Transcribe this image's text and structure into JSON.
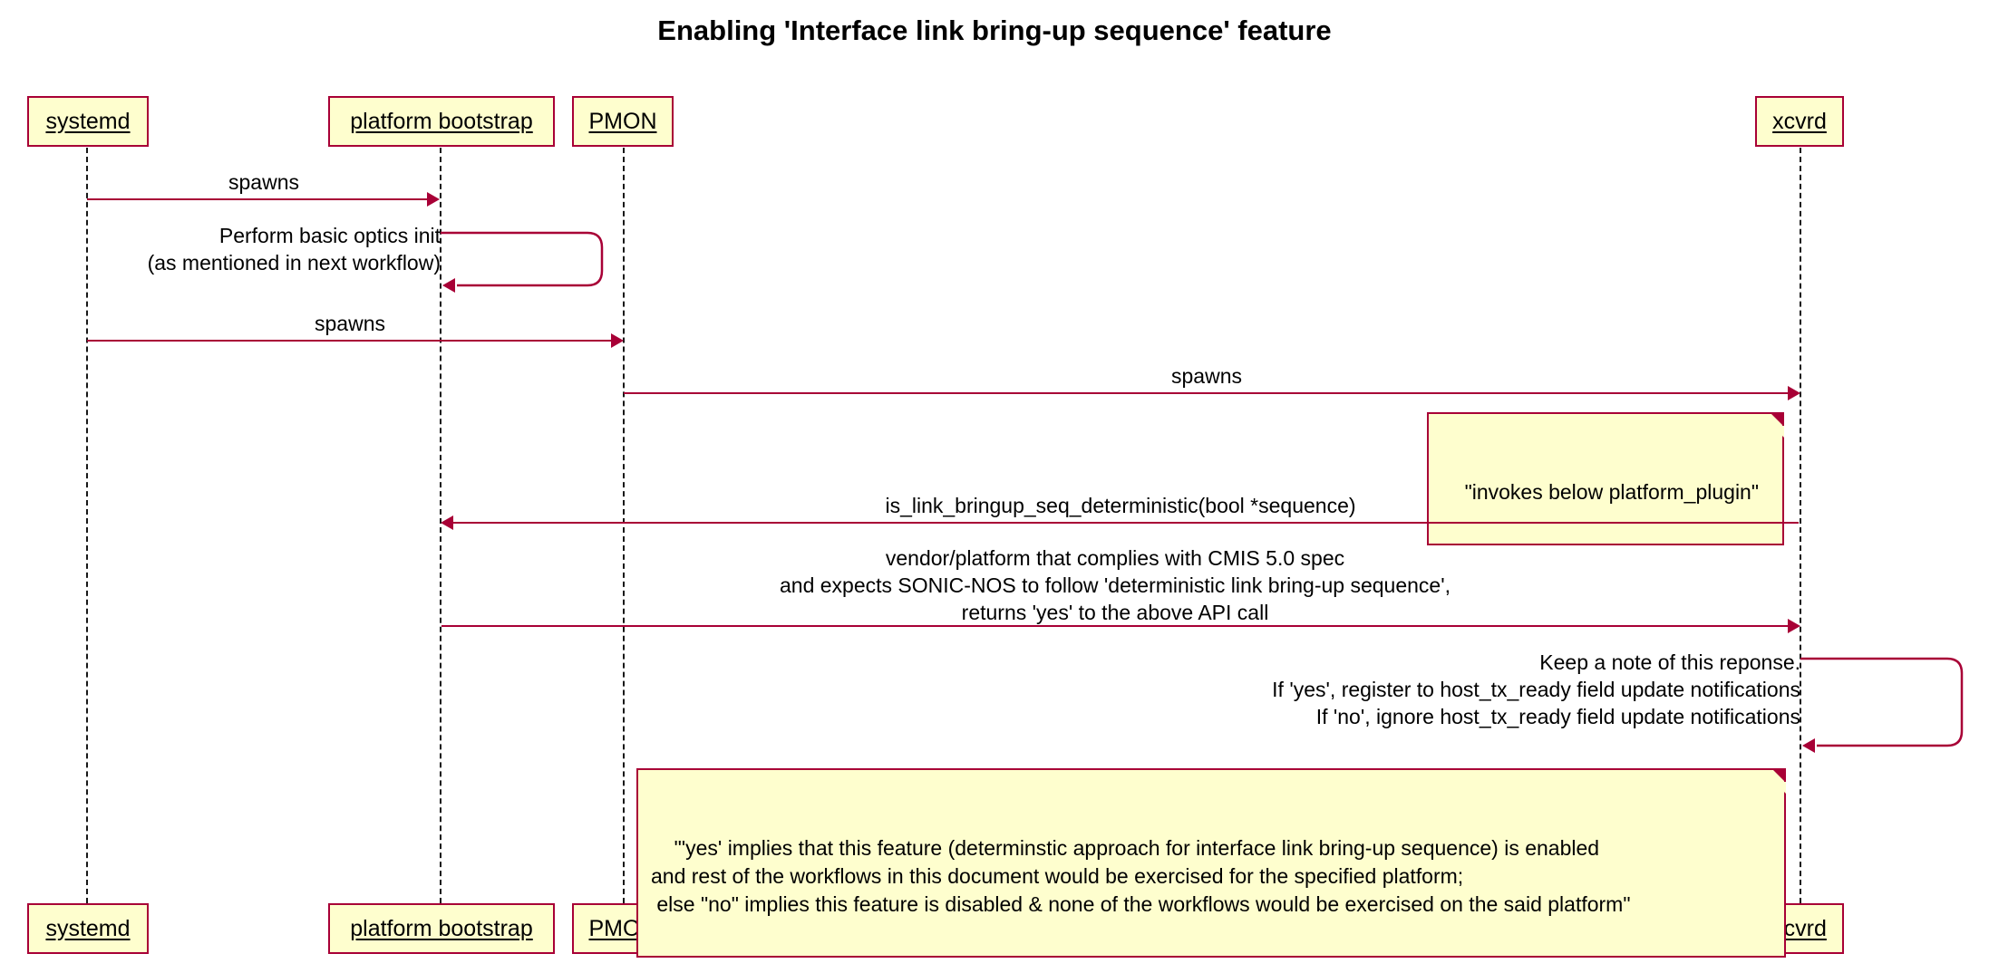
{
  "diagram": {
    "title": "Enabling 'Interface link bring-up sequence' feature",
    "type": "uml-sequence-diagram",
    "colors": {
      "border": "#A80036",
      "note_fill": "#FEFECE",
      "participant_fill": "#FEFECE",
      "arrow": "#A80036",
      "lifeline": "#181818",
      "text": "#000000",
      "background": "#FFFFFF"
    }
  },
  "participants": [
    {
      "id": "systemd",
      "label": "systemd"
    },
    {
      "id": "bootstrap",
      "label": "platform bootstrap"
    },
    {
      "id": "pmon",
      "label": "PMON"
    },
    {
      "id": "xcvrd",
      "label": "xcvrd"
    }
  ],
  "participants_bottom": [
    {
      "id": "systemd",
      "label": "systemd"
    },
    {
      "id": "bootstrap",
      "label": "platform bootstrap"
    },
    {
      "id": "pmon",
      "label": "PMON"
    },
    {
      "id": "xcvrd",
      "label": "xcvrd"
    }
  ],
  "messages": [
    {
      "id": "m1",
      "from": "systemd",
      "to": "bootstrap",
      "direction": "right",
      "label": "spawns"
    },
    {
      "id": "m2",
      "from": "bootstrap",
      "to": "bootstrap",
      "direction": "self",
      "label": "Perform basic optics init\n(as mentioned in next workflow)"
    },
    {
      "id": "m3",
      "from": "systemd",
      "to": "pmon",
      "direction": "right",
      "label": "spawns"
    },
    {
      "id": "m4",
      "from": "pmon",
      "to": "xcvrd",
      "direction": "right",
      "label": "spawns"
    },
    {
      "id": "m5",
      "from": "xcvrd",
      "to": "bootstrap",
      "direction": "left",
      "label": "is_link_bringup_seq_deterministic(bool *sequence)"
    },
    {
      "id": "m6",
      "from": "bootstrap",
      "to": "xcvrd",
      "direction": "right",
      "label": "vendor/platform that complies with CMIS 5.0 spec\nand expects SONIC-NOS to follow 'deterministic link bring-up sequence',\nreturns 'yes' to the above API call"
    },
    {
      "id": "m7",
      "from": "xcvrd",
      "to": "xcvrd",
      "direction": "self",
      "label": "Keep a note of this reponse.\nIf 'yes', register to host_tx_ready field update notifications\nIf 'no', ignore host_tx_ready field update notifications"
    }
  ],
  "notes": [
    {
      "id": "note1",
      "text": "\"invokes below platform_plugin\""
    },
    {
      "id": "note2",
      "text": "\"'yes' implies that this feature (determinstic approach for interface link bring-up sequence) is enabled\nand rest of the workflows in this document would be exercised for the specified platform;\n else \"no\" implies this feature is disabled & none of the workflows would be exercised on the said platform\""
    }
  ]
}
